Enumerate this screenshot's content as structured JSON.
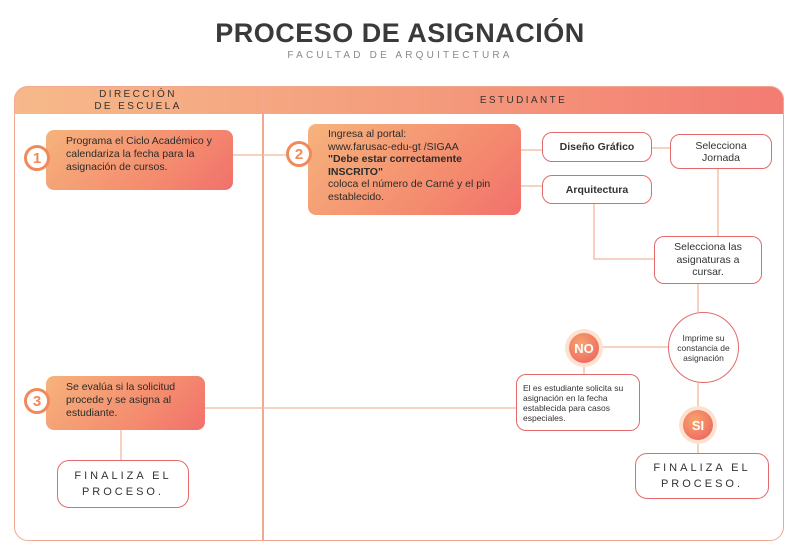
{
  "header": {
    "title": "PROCESO DE ASIGNACIÓN",
    "subtitle": "FACULTAD DE ARQUITECTURA"
  },
  "columns": {
    "left_line1": "DIRECCIÓN",
    "left_line2": "DE ESCUELA",
    "right": "ESTUDIANTE"
  },
  "steps": {
    "step1": {
      "number": "1",
      "text": "Programa el Ciclo Académico y calendariza la fecha para la asignación de cursos."
    },
    "step2": {
      "number": "2",
      "line1": "Ingresa al portal:",
      "line2": "www.farusac-edu-gt /SIGAA",
      "line3": "\"Debe estar correctamente INSCRITO\"",
      "line4": "coloca  el número de Carné y el pin establecido."
    },
    "step3": {
      "number": "3",
      "text": "Se evalúa si la solicitud procede y se asigna al estudiante."
    }
  },
  "nodes": {
    "diseno": "Diseño Gráfico",
    "arquitectura": "Arquitectura",
    "jornada": "Selecciona Jornada",
    "asignaturas": "Selecciona las asignaturas a cursar.",
    "imprime": "Imprime su constancia de asignación",
    "solicitud": "El es estudiante solicita su asignación en la fecha establecida para casos especiales.",
    "no": "NO",
    "si": "SI",
    "finaliza_left": "FINALIZA EL PROCESO.",
    "finaliza_right": "FINALIZA EL PROCESO."
  }
}
